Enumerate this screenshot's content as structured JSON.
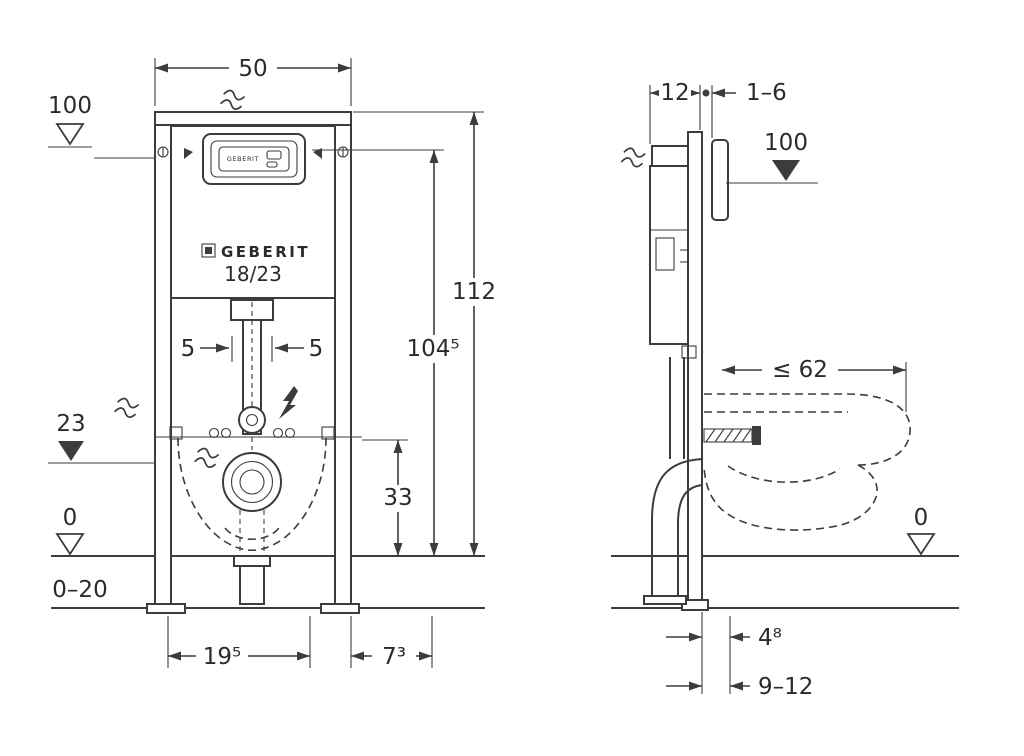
{
  "front": {
    "width": "50",
    "level_actuation": "100",
    "height_frame": "112",
    "height_actuation": "104⁵",
    "logo": "GEBERIT",
    "plate_logo": "GEBERIT",
    "model": "18/23",
    "offset_left": "5",
    "offset_right": "5",
    "level_inlet": "23",
    "outlet_height": "33",
    "level_floor": "0",
    "floor_range": "0–20",
    "foot_offset": "19⁵",
    "side_offset": "7³"
  },
  "side": {
    "depth": "12",
    "wall_gap": "1–6",
    "level_actuation": "100",
    "bowl_depth": "≤ 62",
    "level_floor": "0",
    "outlet_offset": "4⁸",
    "outlet_range": "9–12"
  }
}
